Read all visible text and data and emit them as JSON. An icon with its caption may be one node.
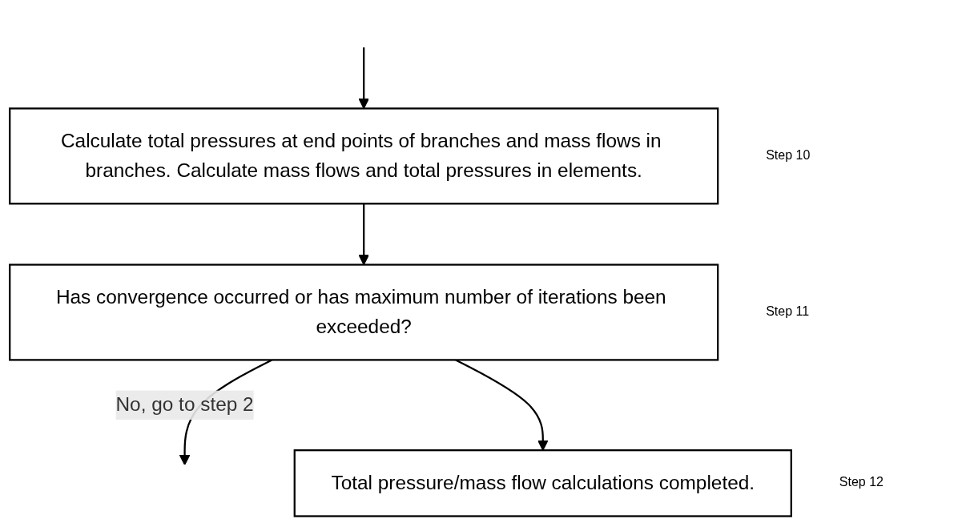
{
  "diagram": {
    "nodes": [
      {
        "text": [
          "Calculate total pressures at end points of branches and mass flows in branches. Calculate mass flows and total pressures in elements."
        ],
        "beside": [
          "Step 10"
        ]
      },
      {
        "text": [
          "Has convergence occurred or has maximum number of iterations been exceeded?"
        ],
        "beside": [
          "Step 11"
        ]
      },
      {
        "text": [
          "Total pressure/mass flow calculations completed."
        ],
        "beside": [
          "Step 12"
        ]
      }
    ],
    "edges": [
      {
        "from": null,
        "to": 0,
        "arrow": "to"
      },
      {
        "from": 0,
        "to": 1,
        "arrow": "to"
      },
      {
        "from": 1,
        "to": null,
        "arrow": "to",
        "label": "No, go to step 2"
      },
      {
        "from": 1,
        "to": 2,
        "arrow": "to"
      }
    ]
  }
}
